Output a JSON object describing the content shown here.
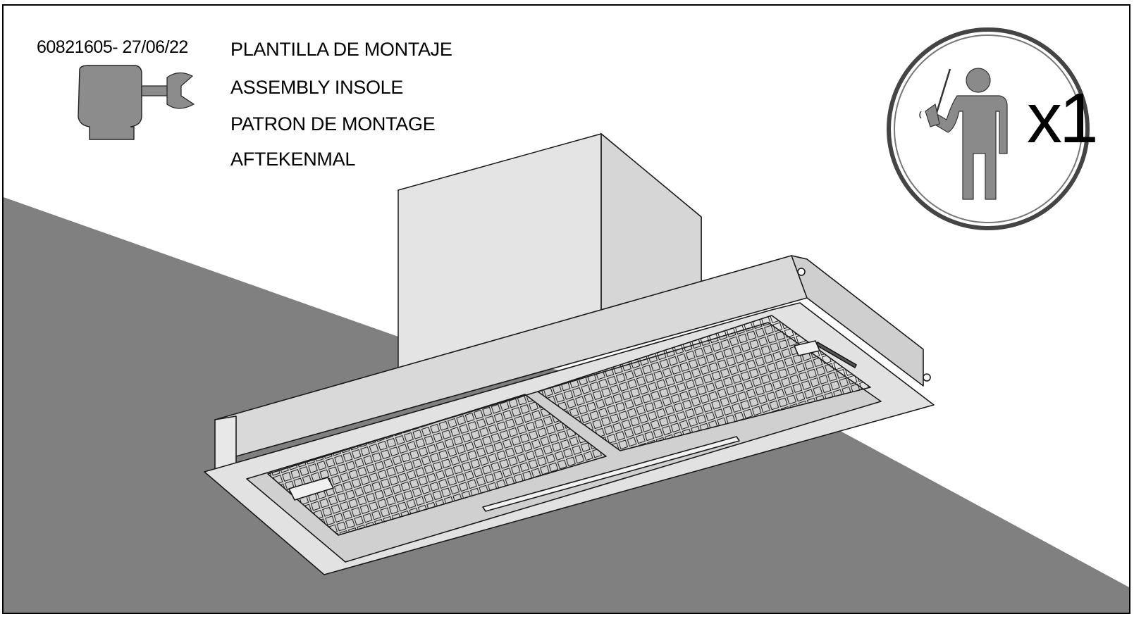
{
  "header": {
    "doc_code": "60821605- 27/06/22",
    "titles": [
      "PLANTILLA DE MONTAJE",
      "ASSEMBLY INSOLE",
      "PATRON DE MONTAGE",
      "AFTEKENMAL"
    ]
  },
  "badges": {
    "tool_icon": "wrench-icon",
    "installer_icon": "person-with-screwdriver-icon",
    "person_count": "x1"
  },
  "illustration": {
    "subject": "range-hood-icon"
  },
  "colors": {
    "wall_gray": "#808080",
    "hood_light": "#e0e0e0",
    "outline": "#1a1a1a"
  }
}
